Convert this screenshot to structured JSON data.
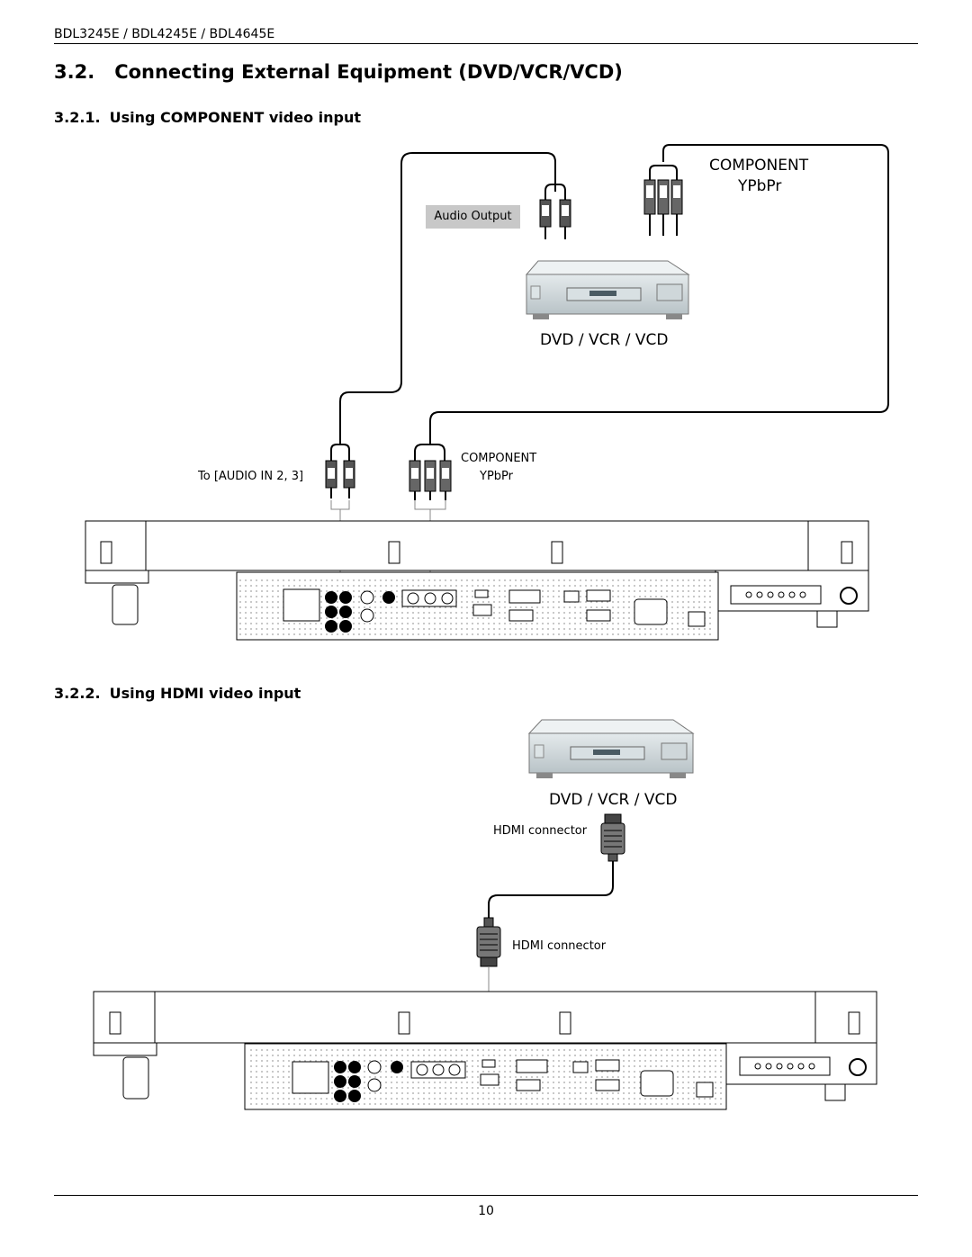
{
  "header": {
    "models": "BDL3245E / BDL4245E / BDL4645E"
  },
  "section": {
    "number": "3.2.",
    "title": "Connecting External Equipment (DVD/VCR/VCD)"
  },
  "component": {
    "heading_number": "3.2.1.",
    "heading_text": "Using COMPONENT video input",
    "player_label": "DVD / VCR / VCD",
    "top_component": "COMPONENT",
    "top_ypbpr": "YPbPr",
    "audio_output": "Audio Output",
    "to_audio": "To [AUDIO IN 2, 3]",
    "bottom_component": "COMPONENT",
    "bottom_ypbpr": "YPbPr"
  },
  "hdmi": {
    "heading_number": "3.2.2.",
    "heading_text": "Using HDMI video input",
    "player_label": "DVD / VCR / VCD",
    "connector_top": "HDMI connector",
    "connector_bottom": "HDMI connector"
  },
  "footer": {
    "page": "10"
  }
}
